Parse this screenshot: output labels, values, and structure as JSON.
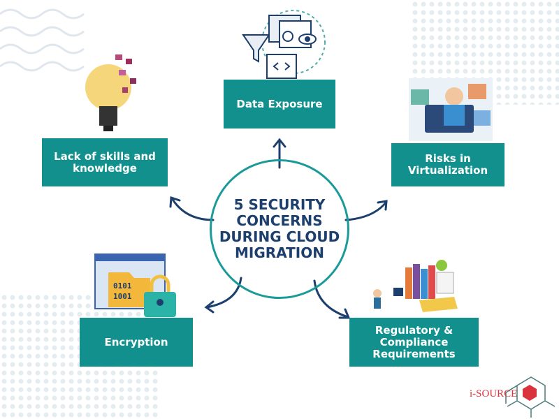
{
  "title": "5 SECURITY CONCERNS DURING CLOUD MIGRATION",
  "concerns": [
    {
      "label": "Data Exposure"
    },
    {
      "label": "Lack of skills and knowledge"
    },
    {
      "label": "Risks in Virtualization"
    },
    {
      "label": "Encryption"
    },
    {
      "label": "Regulatory & Compliance Requirements"
    }
  ],
  "logo": {
    "text": "i-SOURCE"
  },
  "colors": {
    "teal": "#12908e",
    "navy": "#1d3f6e",
    "logo_red": "#d9343e"
  }
}
